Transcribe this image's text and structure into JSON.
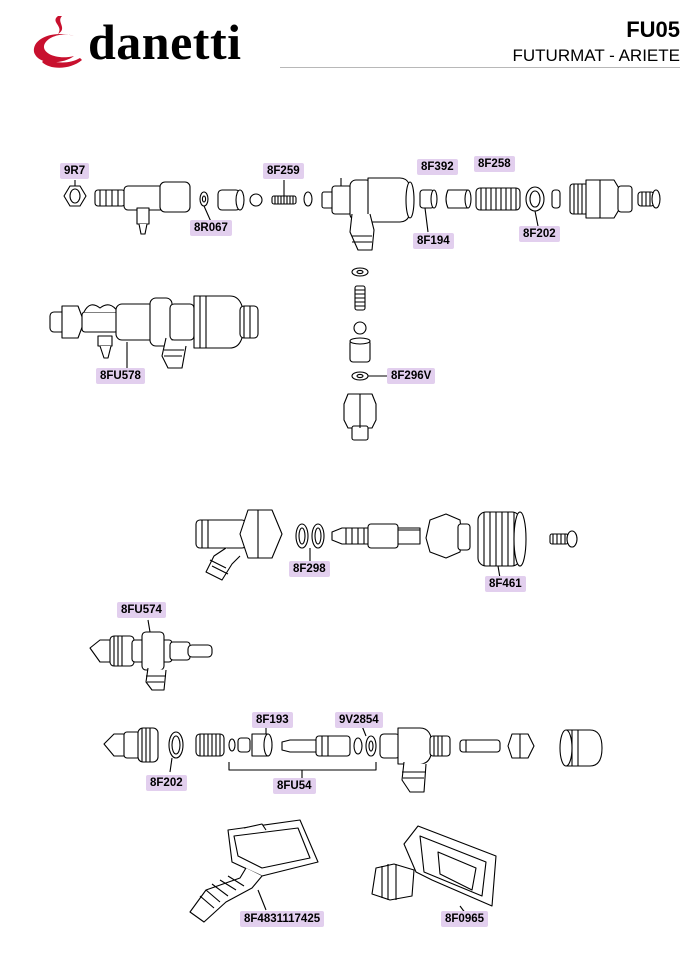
{
  "header": {
    "brand": "danetti",
    "code": "FU05",
    "model": "FUTURMAT - ARIETE"
  },
  "colors": {
    "label_bg": "#e2cfee",
    "logo_red": "#c8102e",
    "line": "#000000"
  },
  "parts": [
    {
      "id": "9R7"
    },
    {
      "id": "8R067"
    },
    {
      "id": "8F259"
    },
    {
      "id": "8F392"
    },
    {
      "id": "8F258"
    },
    {
      "id": "8F194"
    },
    {
      "id": "8F202"
    },
    {
      "id": "8FU578"
    },
    {
      "id": "8F296V"
    },
    {
      "id": "8F298"
    },
    {
      "id": "8F461"
    },
    {
      "id": "8FU574"
    },
    {
      "id": "8F193"
    },
    {
      "id": "9V2854"
    },
    {
      "id": "8F202"
    },
    {
      "id": "8FU54"
    },
    {
      "id": "8F4831117425"
    },
    {
      "id": "8F0965"
    }
  ]
}
